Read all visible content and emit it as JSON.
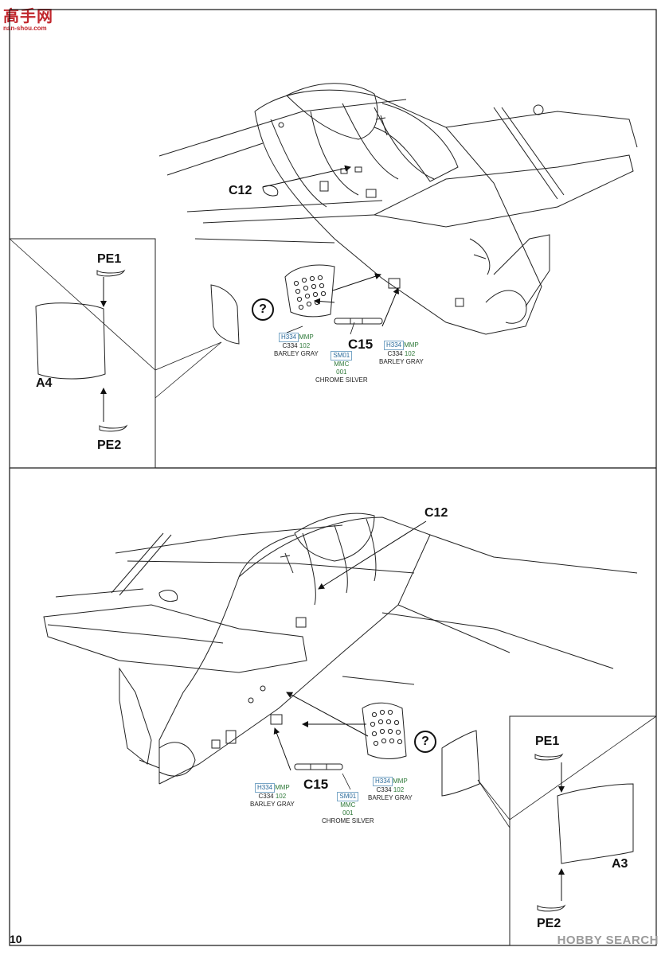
{
  "watermark": {
    "site_cn": "高手网",
    "site_url": "nan-shou.com",
    "hobby": "HOBBY SEARCH"
  },
  "page_number": "10",
  "top": {
    "parts": {
      "c12": "C12",
      "c15": "C15",
      "pe1": "PE1",
      "pe2": "PE2",
      "a4": "A4"
    },
    "paint_left": {
      "code1": "H334",
      "brand1": "MMP",
      "code2": "C334",
      "num2": "102",
      "name": "BARLEY GRAY"
    },
    "paint_mid": {
      "code1": "SM01",
      "code2": "MMC",
      "num2": "001",
      "name": "CHROME SILVER"
    },
    "paint_right": {
      "code1": "H334",
      "brand1": "MMP",
      "code2": "C334",
      "num2": "102",
      "name": "BARLEY GRAY"
    },
    "qmark": "?"
  },
  "bottom": {
    "parts": {
      "c12": "C12",
      "c15": "C15",
      "pe1": "PE1",
      "pe2": "PE2",
      "a3": "A3"
    },
    "paint_left": {
      "code1": "H334",
      "brand1": "MMP",
      "code2": "C334",
      "num2": "102",
      "name": "BARLEY GRAY"
    },
    "paint_mid": {
      "code1": "SM01",
      "code2": "MMC",
      "num2": "001",
      "name": "CHROME SILVER"
    },
    "paint_right": {
      "code1": "H334",
      "brand1": "MMP",
      "code2": "C334",
      "num2": "102",
      "name": "BARLEY GRAY"
    },
    "qmark": "?"
  }
}
